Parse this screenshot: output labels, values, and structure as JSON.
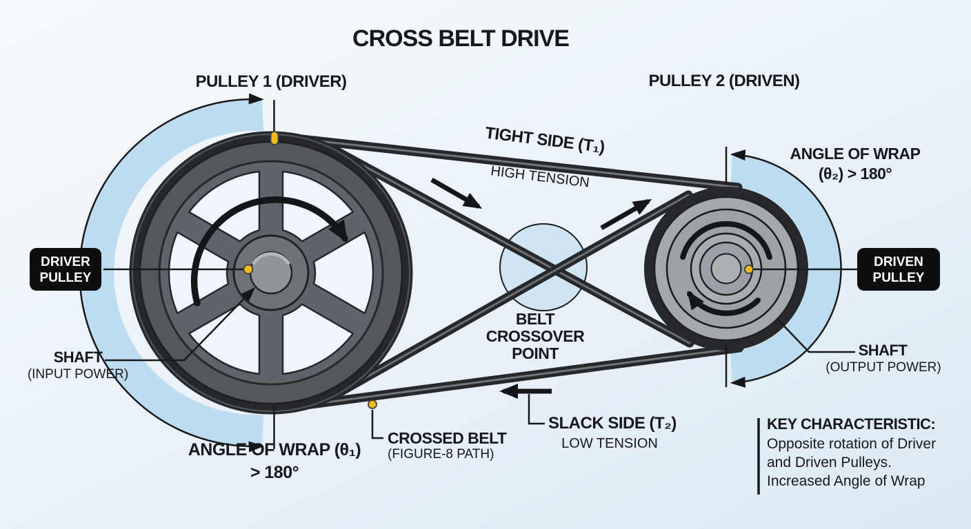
{
  "title": "CROSS BELT DRIVE",
  "colors": {
    "background": "#e9f1f7",
    "wrap_band_blue": "#bedcef",
    "crossover_blue": "#cfe5f4",
    "belt_dark": "#26282b",
    "pulley_gray": "#5d6367",
    "tag_black": "#0c0d0e",
    "marker_yellow": "#f2bb1d"
  },
  "pulley1": {
    "title": "PULLEY 1 (DRIVER)",
    "tag": {
      "line1": "DRIVER",
      "line2": "PULLEY"
    },
    "shaft": {
      "line1": "SHAFT",
      "line2": "(INPUT POWER)"
    },
    "wrap": {
      "line1": "ANGLE OF WRAP (θ₁)",
      "line2": "> 180°"
    }
  },
  "pulley2": {
    "title": "PULLEY 2 (DRIVEN)",
    "tag": {
      "line1": "DRIVEN",
      "line2": "PULLEY"
    },
    "shaft": {
      "line1": "SHAFT",
      "line2": "(OUTPUT POWER)"
    },
    "wrap": {
      "line1": "ANGLE OF WRAP",
      "line2": "(θ₂) > 180°"
    }
  },
  "belt": {
    "tight_side": {
      "label": "TIGHT SIDE (T₁)",
      "sub": "HIGH TENSION"
    },
    "slack_side": {
      "label": "SLACK SIDE (T₂)",
      "sub": "LOW TENSION"
    },
    "crossover": {
      "line1": "BELT",
      "line2": "CROSSOVER",
      "line3": "POINT"
    },
    "crossed_belt": {
      "label": "CROSSED BELT",
      "sub": "(FIGURE-8 PATH)"
    }
  },
  "key_characteristic": {
    "title": "KEY CHARACTERISTIC:",
    "lines": [
      "Opposite rotation of Driver",
      "and Driven Pulleys.",
      "Increased Angle of Wrap"
    ]
  }
}
